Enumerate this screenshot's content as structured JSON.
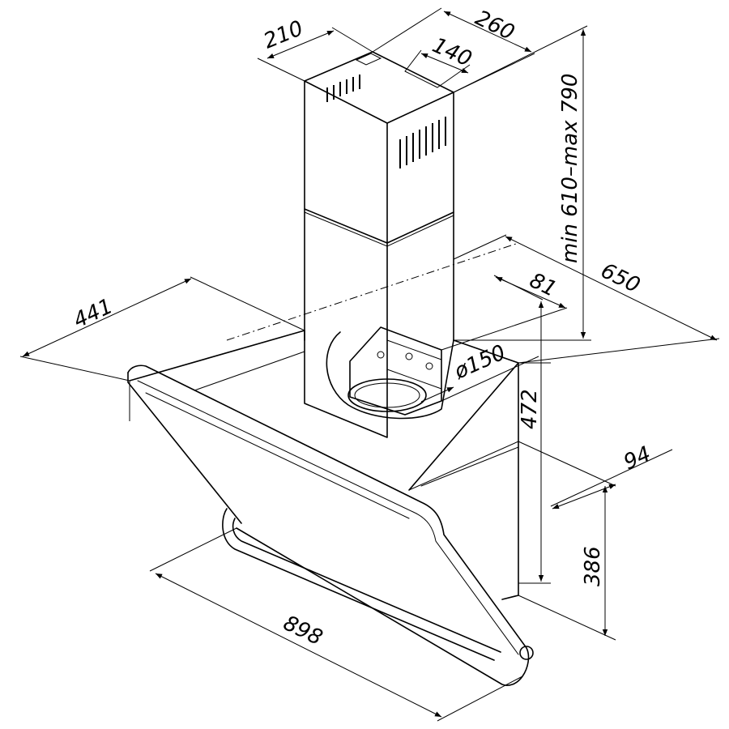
{
  "dimensions": {
    "chimney_front_width": "210",
    "chimney_depth": "260",
    "duct_spacing": "140",
    "chimney_height_range": "min 610–max 790",
    "hood_depth": "650",
    "hood_side_depth": "441",
    "outlet_offset": "81",
    "outlet_diameter": "ø150",
    "body_height": "472",
    "panel_offset": "94",
    "front_height": "386",
    "hood_width": "898"
  },
  "colors": {
    "line": "#000000",
    "background": "#ffffff"
  }
}
